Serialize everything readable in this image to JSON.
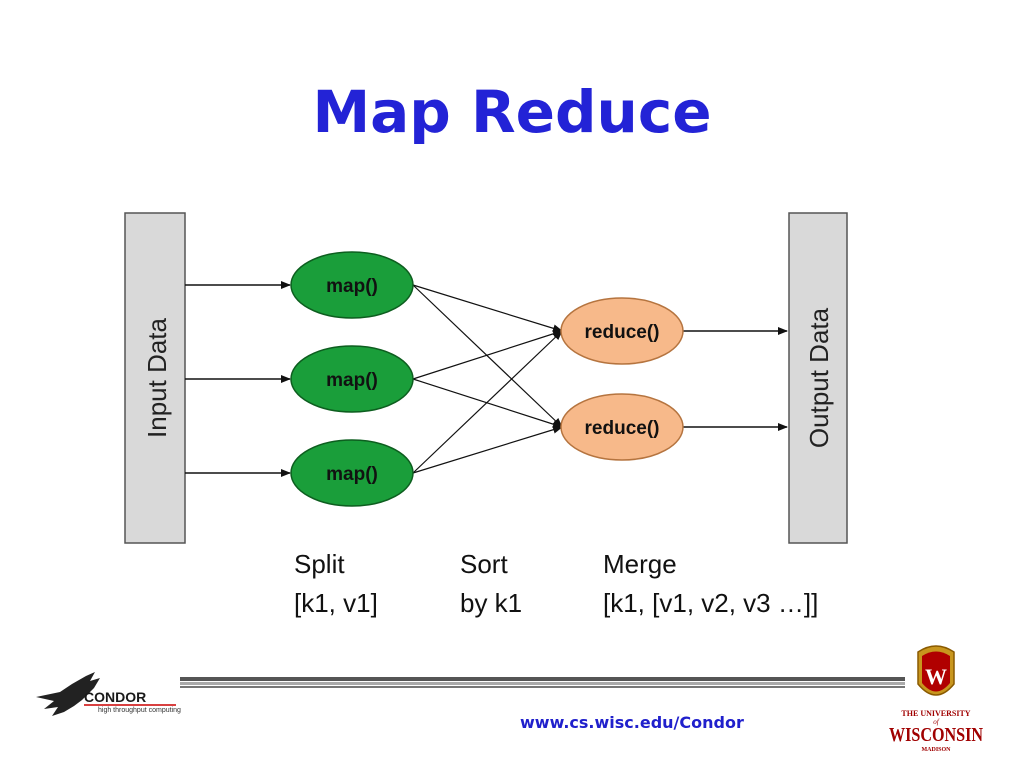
{
  "title": "Map Reduce",
  "diagram": {
    "input_label": "Input Data",
    "output_label": "Output Data",
    "map_nodes": [
      "map()",
      "map()",
      "map()"
    ],
    "reduce_nodes": [
      "reduce()",
      "reduce()"
    ],
    "stages": [
      {
        "name": "Split",
        "detail": "[k1, v1]"
      },
      {
        "name": "Sort",
        "detail": "by k1"
      },
      {
        "name": "Merge",
        "detail": "[k1, [v1, v2, v3 …]]"
      }
    ]
  },
  "footer": {
    "url": "www.cs.wisc.edu/Condor",
    "condor_logo": {
      "word": "CONDOR",
      "tagline": "high throughput computing"
    },
    "uw_logo": {
      "line1": "THE UNIVERSITY",
      "line2": "of",
      "line3": "WISCONSIN",
      "line4": "MADISON",
      "crest_letter": "W"
    }
  },
  "colors": {
    "title": "#2323d6",
    "map_fill": "#1a9e3a",
    "reduce_fill": "#f7b98a",
    "bar_fill": "#d9d9d9"
  }
}
